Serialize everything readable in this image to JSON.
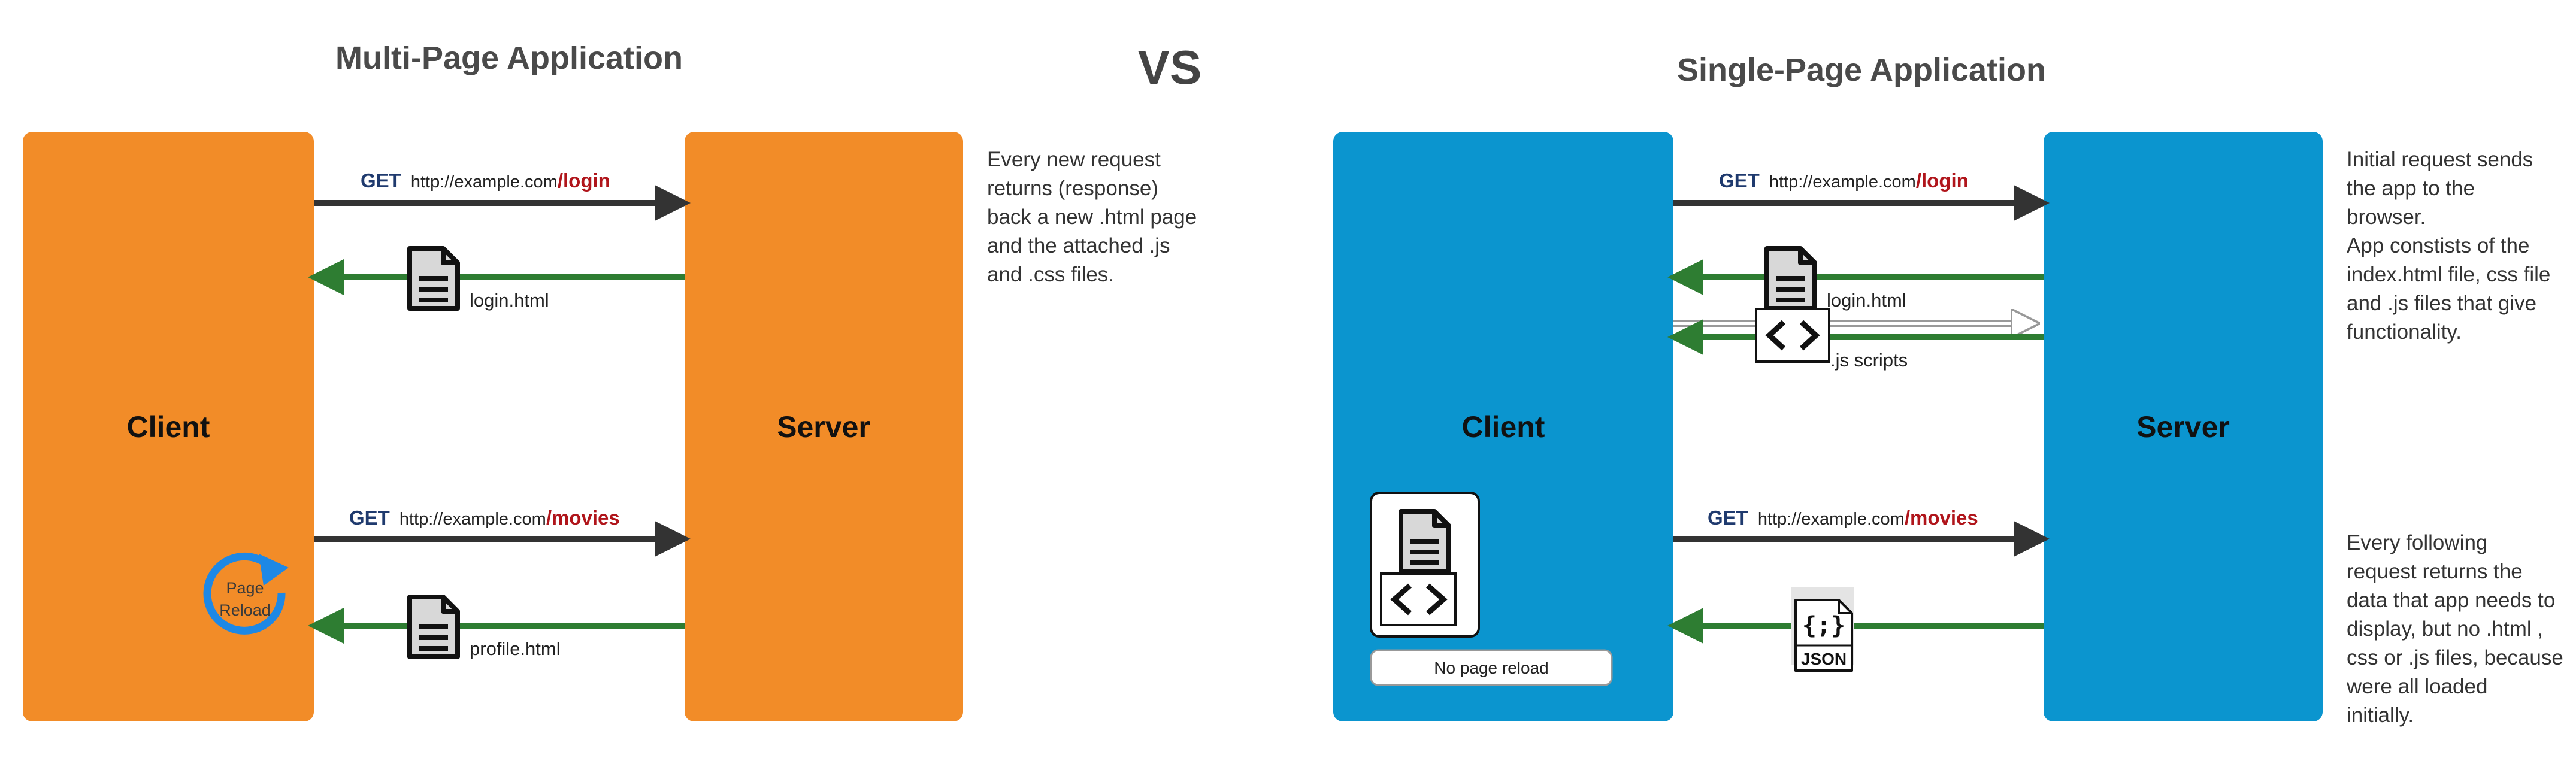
{
  "left": {
    "title": "Multi-Page Application",
    "client_label": "Client",
    "server_label": "Server",
    "req1": {
      "method": "GET",
      "host": "http://example.com",
      "path": "/login"
    },
    "resp1_file": "login.html",
    "req2": {
      "method": "GET",
      "host": "http://example.com",
      "path": "/movies"
    },
    "resp2_file": "profile.html",
    "reload_label": [
      "Page",
      "Reload"
    ],
    "note_lines": [
      "Every new request",
      "returns (response)",
      "back a new .html page",
      "and the attached .js",
      "and .css files."
    ]
  },
  "vs": "VS",
  "right": {
    "title": "Single-Page Application",
    "client_label": "Client",
    "server_label": "Server",
    "req1": {
      "method": "GET",
      "host": "http://example.com",
      "path": "/login"
    },
    "resp1_file": "login.html",
    "resp1_scripts": ".js scripts",
    "req2": {
      "method": "GET",
      "host": "http://example.com",
      "path": "/movies"
    },
    "json_label": "JSON",
    "json_glyph": "{;}",
    "no_reload": "No page reload",
    "note1_lines": [
      "Initial request sends",
      "the app to the",
      "browser.",
      "App constists of the",
      "index.html file, css file",
      "and .js files that give",
      "functionality."
    ],
    "note2_lines": [
      "Every following",
      "request returns the",
      "data that app needs to",
      "display, but no .html ,",
      "css or .js files, because",
      "were all loaded",
      "initially."
    ]
  },
  "colors": {
    "orange": "#f28c28",
    "blue": "#0b95cf",
    "request_arrow": "#333333",
    "response_arrow": "#2e7d32",
    "path_red": "#b0151b",
    "get_blue": "#1f3a6e"
  },
  "icons": [
    "document-icon",
    "code-icon",
    "reload-icon",
    "json-file-icon"
  ]
}
